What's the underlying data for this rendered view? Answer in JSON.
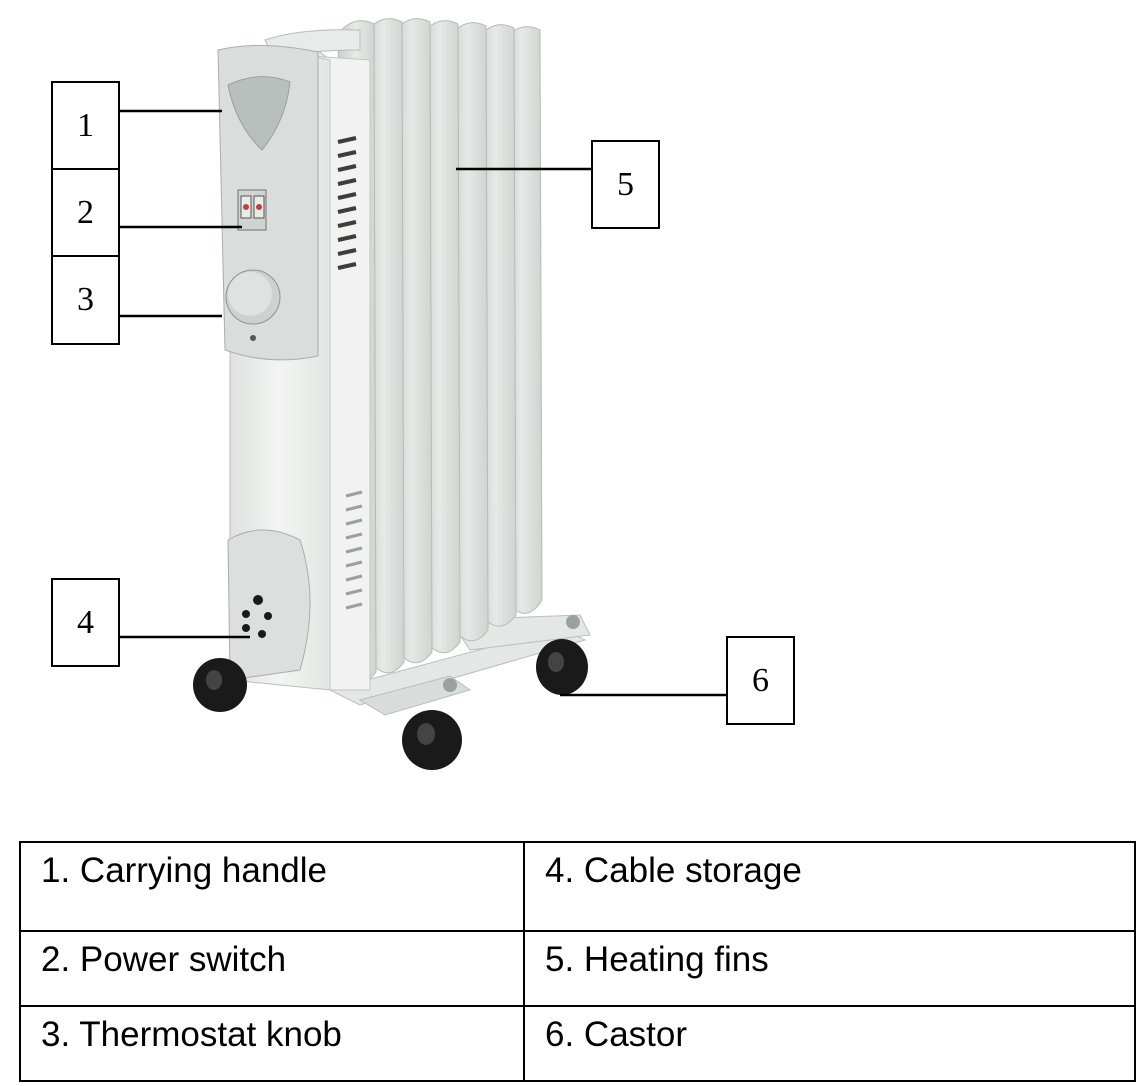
{
  "callouts": [
    {
      "id": "callout-1",
      "label": "1"
    },
    {
      "id": "callout-2",
      "label": "2"
    },
    {
      "id": "callout-3",
      "label": "3"
    },
    {
      "id": "callout-4",
      "label": "4"
    },
    {
      "id": "callout-5",
      "label": "5"
    },
    {
      "id": "callout-6",
      "label": "6"
    }
  ],
  "legend": {
    "rows": [
      {
        "left": "1. Carrying handle",
        "right": "4. Cable storage"
      },
      {
        "left": "2. Power switch",
        "right": "5. Heating fins"
      },
      {
        "left": "3. Thermostat knob",
        "right": "6. Castor"
      }
    ]
  },
  "colors": {
    "body": "#eceeec",
    "fin": "#dde1df",
    "fin_shadow": "#c4cac7",
    "castor": "#1a1a1a",
    "outline": "#000000"
  },
  "icons": {
    "illustration": "oil-filled-radiator-heater-illustration"
  }
}
